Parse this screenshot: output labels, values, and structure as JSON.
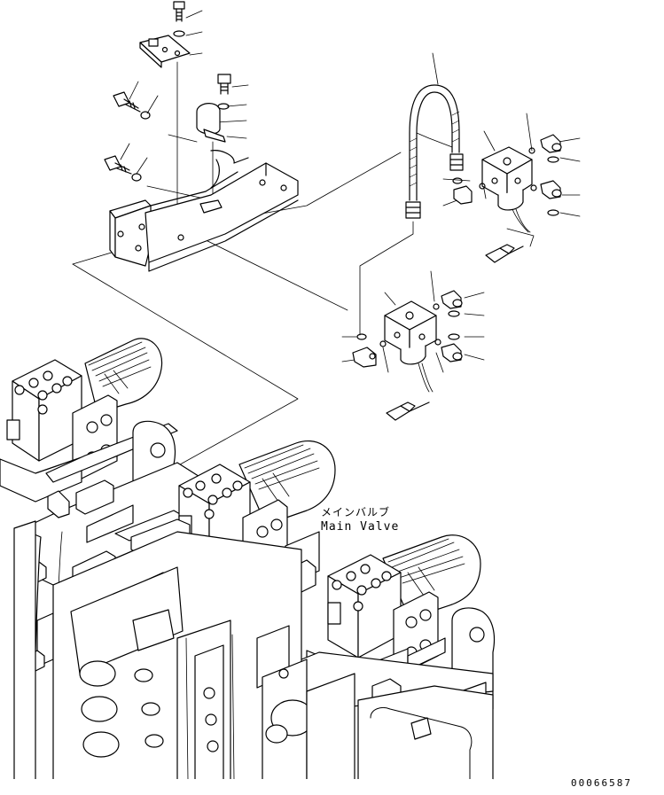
{
  "labels": {
    "main_valve_jp": "メインバルブ",
    "main_valve_en": "Main Valve",
    "drawing_code": "00066587"
  }
}
